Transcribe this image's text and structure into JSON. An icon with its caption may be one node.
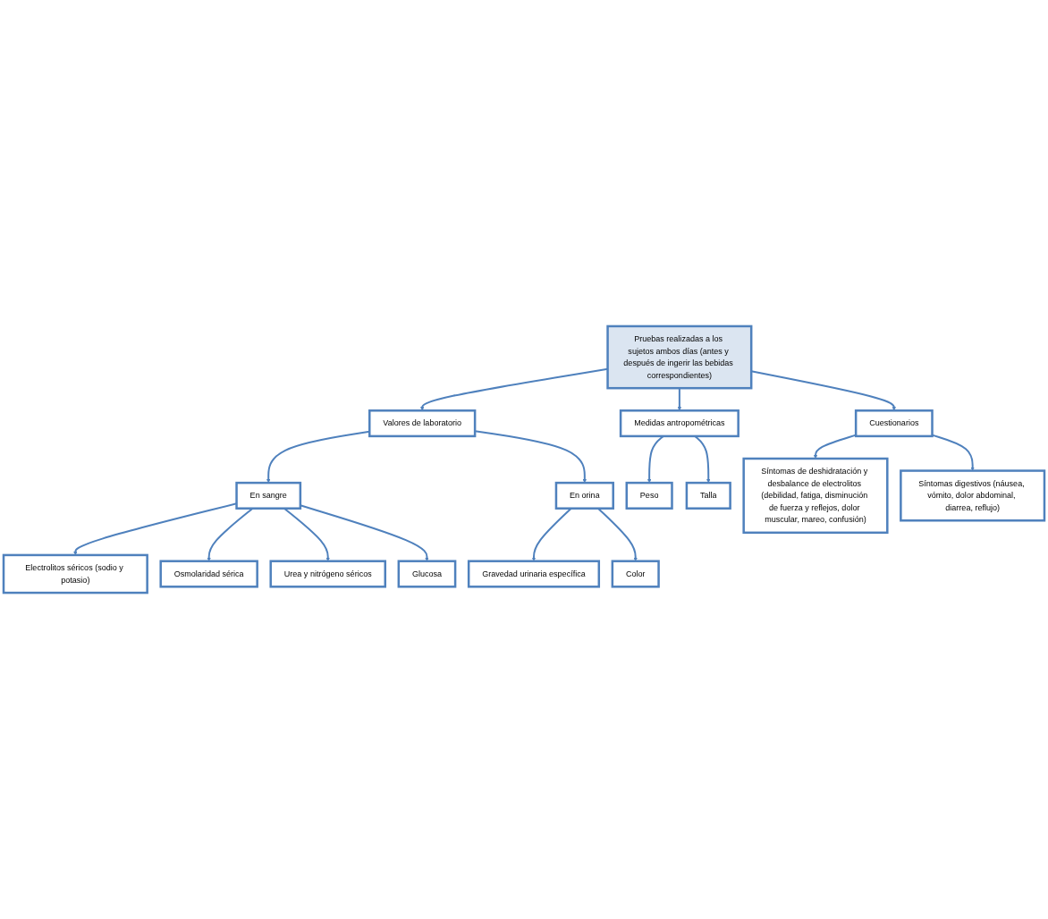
{
  "diagram": {
    "nodes": [
      {
        "text": [
          "Pruebas realizadas a los sujetos ambos días (antes y después de ingerir las bebidas correspondientes)"
        ]
      },
      {
        "text": [
          "Valores de laboratorio"
        ]
      },
      {
        "text": [
          "Medidas antropométricas"
        ]
      },
      {
        "text": [
          "En sangre"
        ]
      },
      {
        "text": [
          "En orina"
        ]
      },
      {
        "text": [
          "Peso"
        ]
      },
      {
        "text": [
          "Talla"
        ]
      },
      {
        "text": [
          "Electrolitos séricos (sodio y potasio)"
        ]
      },
      {
        "text": [
          "Gravedad urinaria específica"
        ]
      },
      {
        "text": [
          "Osmolaridad sérica"
        ]
      },
      {
        "text": [
          "Color"
        ]
      },
      {
        "text": [
          "Cuestionarios"
        ]
      },
      {
        "text": [
          "Urea y nitrógeno séricos"
        ]
      },
      {
        "text": [
          "Síntomas de deshidratación y desbalance de electrolitos (debilidad, fatiga, disminución de fuerza y reflejos, dolor muscular, mareo, confusión)"
        ]
      },
      {
        "text": [
          "Síntomas digestivos (náusea, vómito, dolor abdominal, diarrea, reflujo)"
        ]
      },
      {
        "text": [
          "Glucosa"
        ]
      }
    ],
    "edges": [
      {
        "from": 0,
        "to": 1,
        "arrow": "to"
      },
      {
        "from": 0,
        "to": 2,
        "arrow": "to"
      },
      {
        "from": 0,
        "to": 11,
        "arrow": "to"
      },
      {
        "from": 1,
        "to": 3,
        "arrow": "to"
      },
      {
        "from": 1,
        "to": 4,
        "arrow": "to"
      },
      {
        "from": 2,
        "to": 5,
        "arrow": "to"
      },
      {
        "from": 2,
        "to": 6,
        "arrow": "to"
      },
      {
        "from": 3,
        "to": 7,
        "arrow": "to"
      },
      {
        "from": 3,
        "to": 9,
        "arrow": "to"
      },
      {
        "from": 3,
        "to": 12,
        "arrow": "to"
      },
      {
        "from": 3,
        "to": 15,
        "arrow": "to"
      },
      {
        "from": 4,
        "to": 8,
        "arrow": "to"
      },
      {
        "from": 4,
        "to": 10,
        "arrow": "to"
      },
      {
        "from": 11,
        "to": 13,
        "arrow": "to"
      },
      {
        "from": 11,
        "to": 14,
        "arrow": "to"
      }
    ]
  }
}
